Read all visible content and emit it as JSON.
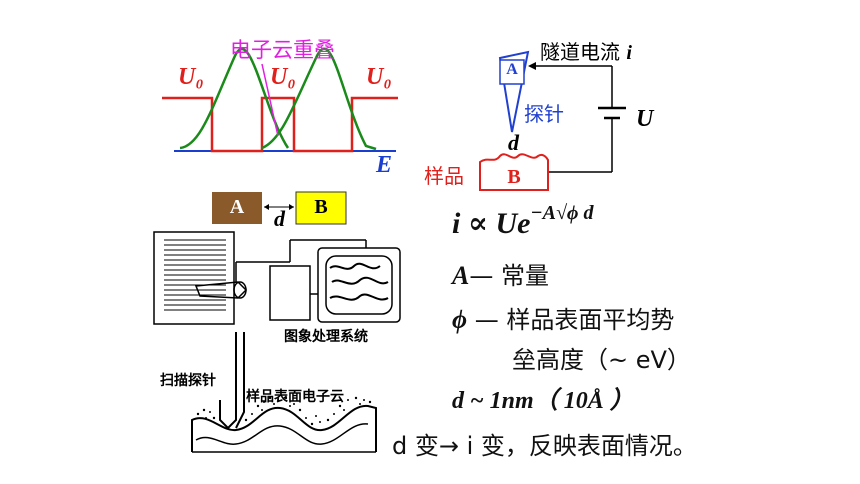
{
  "left_diagram": {
    "overlap_label": "电子云重叠",
    "barrier_label_1": "U₀",
    "barrier_label_2": "U₀",
    "barrier_label_3": "U₀",
    "energy_label": "E",
    "box_a": "A",
    "box_b": "B",
    "gap_label": "d",
    "colors": {
      "barrier": "#e0201c",
      "wave": "#1a8a1a",
      "energy": "#1a3fd0",
      "overlap": "#e020e0",
      "box_a": "#8b5a2b",
      "box_b": "#ffff00"
    }
  },
  "apparatus": {
    "processing_label": "图象处理系统",
    "probe_label": "扫描探针",
    "surface_label": "样品表面电子云"
  },
  "circuit": {
    "current_label": "隧道电流",
    "current_symbol": "i",
    "tip_label": "A",
    "probe_label": "探针",
    "voltage_label": "U",
    "distance_label": "d",
    "sample_label": "样品",
    "sample_box": "B",
    "colors": {
      "probe": "#2040d0",
      "sample": "#e0201c"
    }
  },
  "formula": {
    "lhs": "i ∝ Ue",
    "exponent": "−A√ϕ d"
  },
  "notes": {
    "a_symbol": "A",
    "a_text": "— 常量",
    "phi_symbol": "ϕ",
    "phi_text": "— 样品表面平均势",
    "phi_text2": "垒高度（~ eV）",
    "d_line": "d ~ 1nm（ 10Å ）",
    "conclusion": "d 变→ i 变，反映表面情况。"
  }
}
